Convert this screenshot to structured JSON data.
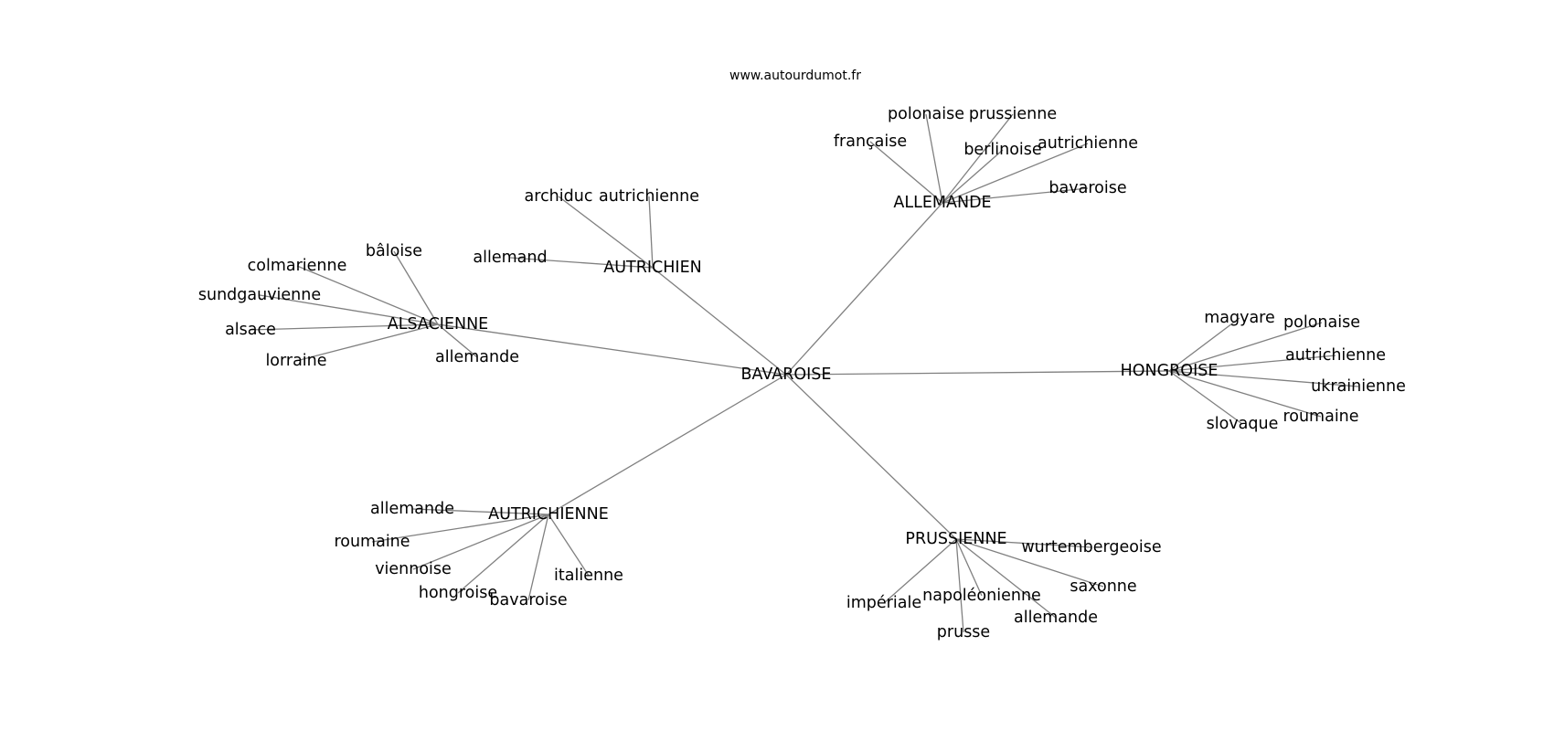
{
  "site_label": "www.autourdumot.fr",
  "center": "BAVAROISE",
  "groups": [
    {
      "hub": "ALLEMANDE",
      "leaves": [
        "polonaise",
        "prussienne",
        "française",
        "berlinoise",
        "autrichienne",
        "bavaroise"
      ]
    },
    {
      "hub": "AUTRICHIEN",
      "leaves": [
        "archiduc",
        "autrichienne",
        "allemand"
      ]
    },
    {
      "hub": "ALSACIENNE",
      "leaves": [
        "bâloise",
        "colmarienne",
        "sundgauvienne",
        "alsace",
        "lorraine",
        "allemande"
      ]
    },
    {
      "hub": "HONGROISE",
      "leaves": [
        "magyare",
        "polonaise",
        "autrichienne",
        "ukrainienne",
        "roumaine",
        "slovaque"
      ]
    },
    {
      "hub": "AUTRICHIENNE",
      "leaves": [
        "allemande",
        "roumaine",
        "viennoise",
        "hongroise",
        "bavaroise",
        "italienne"
      ]
    },
    {
      "hub": "PRUSSIENNE",
      "leaves": [
        "wurtembergeoise",
        "saxonne",
        "napoléonienne",
        "allemande",
        "impériale",
        "prusse"
      ]
    }
  ]
}
